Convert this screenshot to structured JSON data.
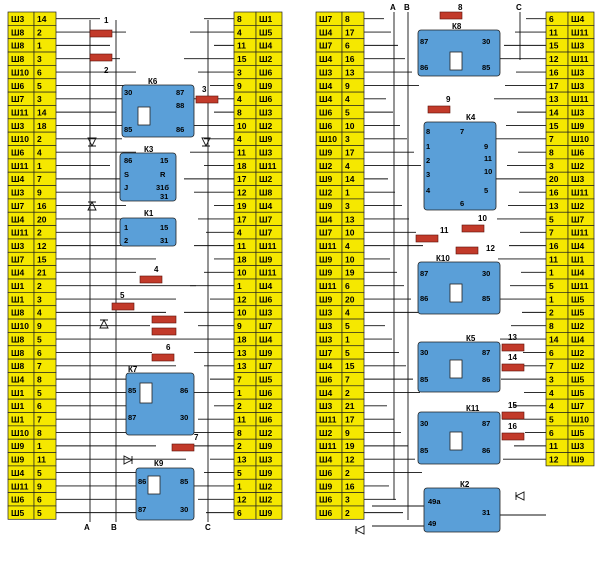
{
  "left_panel": {
    "left_column": [
      [
        "Ш3",
        "14"
      ],
      [
        "Ш8",
        "2"
      ],
      [
        "Ш8",
        "1"
      ],
      [
        "Ш8",
        "3"
      ],
      [
        "Ш10",
        "6"
      ],
      [
        "Ш6",
        "5"
      ],
      [
        "Ш7",
        "3"
      ],
      [
        "Ш11",
        "14"
      ],
      [
        "Ш3",
        "18"
      ],
      [
        "Ш10",
        "2"
      ],
      [
        "Ш6",
        "4"
      ],
      [
        "Ш11",
        "1"
      ],
      [
        "Ш4",
        "7"
      ],
      [
        "Ш3",
        "9"
      ],
      [
        "Ш7",
        "16"
      ],
      [
        "Ш4",
        "20"
      ],
      [
        "Ш11",
        "2"
      ],
      [
        "Ш3",
        "12"
      ],
      [
        "Ш7",
        "15"
      ],
      [
        "Ш4",
        "21"
      ],
      [
        "Ш1",
        "2"
      ],
      [
        "Ш1",
        "3"
      ],
      [
        "Ш8",
        "4"
      ],
      [
        "Ш10",
        "9"
      ],
      [
        "Ш8",
        "5"
      ],
      [
        "Ш8",
        "6"
      ],
      [
        "Ш8",
        "7"
      ],
      [
        "Ш4",
        "8"
      ],
      [
        "Ш1",
        "5"
      ],
      [
        "Ш1",
        "6"
      ],
      [
        "Ш1",
        "7"
      ],
      [
        "Ш10",
        "8"
      ],
      [
        "Ш9",
        "1"
      ],
      [
        "Ш9",
        "11"
      ],
      [
        "Ш4",
        "5"
      ],
      [
        "Ш11",
        "9"
      ],
      [
        "Ш6",
        "6"
      ],
      [
        "Ш5",
        "5"
      ]
    ],
    "right_column": [
      [
        "8",
        "Ш1"
      ],
      [
        "4",
        "Ш5"
      ],
      [
        "11",
        "Ш4"
      ],
      [
        "15",
        "Ш2"
      ],
      [
        "3",
        "Ш6"
      ],
      [
        "9",
        "Ш9"
      ],
      [
        "4",
        "Ш6"
      ],
      [
        "8",
        "Ш3"
      ],
      [
        "10",
        "Ш2"
      ],
      [
        "4",
        "Ш9"
      ],
      [
        "11",
        "Ш3"
      ],
      [
        "18",
        "Ш11"
      ],
      [
        "17",
        "Ш2"
      ],
      [
        "12",
        "Ш8"
      ],
      [
        "19",
        "Ш4"
      ],
      [
        "17",
        "Ш7"
      ],
      [
        "4",
        "Ш7"
      ],
      [
        "11",
        "Ш11"
      ],
      [
        "18",
        "Ш9"
      ],
      [
        "10",
        "Ш11"
      ],
      [
        "1",
        "Ш4"
      ],
      [
        "12",
        "Ш6"
      ],
      [
        "10",
        "Ш3"
      ],
      [
        "9",
        "Ш7"
      ],
      [
        "18",
        "Ш4"
      ],
      [
        "13",
        "Ш9"
      ],
      [
        "13",
        "Ш7"
      ],
      [
        "7",
        "Ш5"
      ],
      [
        "1",
        "Ш6"
      ],
      [
        "2",
        "Ш2"
      ],
      [
        "11",
        "Ш6"
      ],
      [
        "8",
        "Ш2"
      ],
      [
        "2",
        "Ш9"
      ],
      [
        "13",
        "Ш3"
      ],
      [
        "5",
        "Ш9"
      ],
      [
        "1",
        "Ш2"
      ],
      [
        "12",
        "Ш2"
      ],
      [
        "6",
        "Ш9"
      ]
    ],
    "resistors": [
      "1",
      "2",
      "3",
      "4",
      "5",
      "6",
      "7"
    ],
    "relays": {
      "k6": {
        "label": "К6",
        "pins": [
          "30",
          "87",
          "88",
          "85",
          "86"
        ]
      },
      "k3": {
        "label": "К3",
        "pins": [
          "86",
          "15",
          "S",
          "R",
          "J",
          "31б",
          "31"
        ]
      },
      "k1": {
        "label": "К1",
        "pins": [
          "1",
          "15",
          "2",
          "31"
        ]
      },
      "k7": {
        "label": "К7",
        "pins": [
          "85",
          "86",
          "87",
          "30"
        ]
      },
      "k9": {
        "label": "К9",
        "pins": [
          "86",
          "85",
          "87",
          "30"
        ]
      }
    },
    "bus_labels": [
      "A",
      "B",
      "C"
    ]
  },
  "right_panel": {
    "left_column": [
      [
        "Ш7",
        "8"
      ],
      [
        "Ш4",
        "17"
      ],
      [
        "Ш7",
        "6"
      ],
      [
        "Ш4",
        "16"
      ],
      [
        "Ш3",
        "13"
      ],
      [
        "Ш4",
        "9"
      ],
      [
        "Ш4",
        "4"
      ],
      [
        "Ш6",
        "5"
      ],
      [
        "Ш6",
        "10"
      ],
      [
        "Ш10",
        "3"
      ],
      [
        "Ш9",
        "17"
      ],
      [
        "Ш2",
        "4"
      ],
      [
        "Ш9",
        "14"
      ],
      [
        "Ш2",
        "1"
      ],
      [
        "Ш9",
        "3"
      ],
      [
        "Ш4",
        "13"
      ],
      [
        "Ш7",
        "10"
      ],
      [
        "Ш11",
        "4"
      ],
      [
        "Ш9",
        "10"
      ],
      [
        "Ш9",
        "19"
      ],
      [
        "Ш11",
        "6"
      ],
      [
        "Ш9",
        "20"
      ],
      [
        "Ш3",
        "4"
      ],
      [
        "Ш3",
        "5"
      ],
      [
        "Ш3",
        "1"
      ],
      [
        "Ш7",
        "5"
      ],
      [
        "Ш4",
        "15"
      ],
      [
        "Ш6",
        "7"
      ],
      [
        "Ш4",
        "2"
      ],
      [
        "Ш3",
        "21"
      ],
      [
        "Ш11",
        "17"
      ],
      [
        "Ш2",
        "9"
      ],
      [
        "Ш11",
        "19"
      ],
      [
        "Ш4",
        "12"
      ],
      [
        "Ш6",
        "2"
      ],
      [
        "Ш9",
        "16"
      ],
      [
        "Ш6",
        "3"
      ],
      [
        "Ш6",
        "2"
      ]
    ],
    "right_column": [
      [
        "6",
        "Ш4"
      ],
      [
        "11",
        "Ш11"
      ],
      [
        "15",
        "Ш3"
      ],
      [
        "12",
        "Ш11"
      ],
      [
        "16",
        "Ш3"
      ],
      [
        "17",
        "Ш3"
      ],
      [
        "13",
        "Ш11"
      ],
      [
        "14",
        "Ш3"
      ],
      [
        "15",
        "Ш9"
      ],
      [
        "7",
        "Ш10"
      ],
      [
        "8",
        "Ш6"
      ],
      [
        "3",
        "Ш2"
      ],
      [
        "20",
        "Ш3"
      ],
      [
        "16",
        "Ш11"
      ],
      [
        "13",
        "Ш2"
      ],
      [
        "5",
        "Ш7"
      ],
      [
        "7",
        "Ш11"
      ],
      [
        "16",
        "Ш4"
      ],
      [
        "11",
        "Ш1"
      ],
      [
        "1",
        "Ш4"
      ],
      [
        "5",
        "Ш11"
      ],
      [
        "1",
        "Ш5"
      ],
      [
        "2",
        "Ш5"
      ],
      [
        "8",
        "Ш2"
      ],
      [
        "14",
        "Ш4"
      ],
      [
        "6",
        "Ш2"
      ],
      [
        "7",
        "Ш2"
      ],
      [
        "3",
        "Ш5"
      ],
      [
        "4",
        "Ш5"
      ],
      [
        "4",
        "Ш7"
      ],
      [
        "5",
        "Ш10"
      ],
      [
        "6",
        "Ш5"
      ],
      [
        "11",
        "Ш3"
      ],
      [
        "12",
        "Ш9"
      ]
    ],
    "resistors": [
      "8",
      "9",
      "10",
      "11",
      "12",
      "13",
      "14",
      "15",
      "16"
    ],
    "relays": {
      "k8": {
        "label": "К8",
        "pins": [
          "87",
          "30",
          "86",
          "85"
        ]
      },
      "k4": {
        "label": "К4",
        "pins": [
          "8",
          "7",
          "1",
          "9",
          "2",
          "11",
          "3",
          "10",
          "4",
          "5",
          "6"
        ]
      },
      "k10": {
        "label": "К10",
        "pins": [
          "87",
          "30",
          "86",
          "85"
        ]
      },
      "k5": {
        "label": "К5",
        "pins": [
          "30",
          "87",
          "85",
          "86"
        ]
      },
      "k11": {
        "label": "К11",
        "pins": [
          "30",
          "87",
          "85",
          "86"
        ]
      },
      "k2": {
        "label": "К2",
        "pins": [
          "49а",
          "49",
          "31"
        ]
      }
    },
    "bus_labels": [
      "A",
      "B",
      "C"
    ]
  }
}
